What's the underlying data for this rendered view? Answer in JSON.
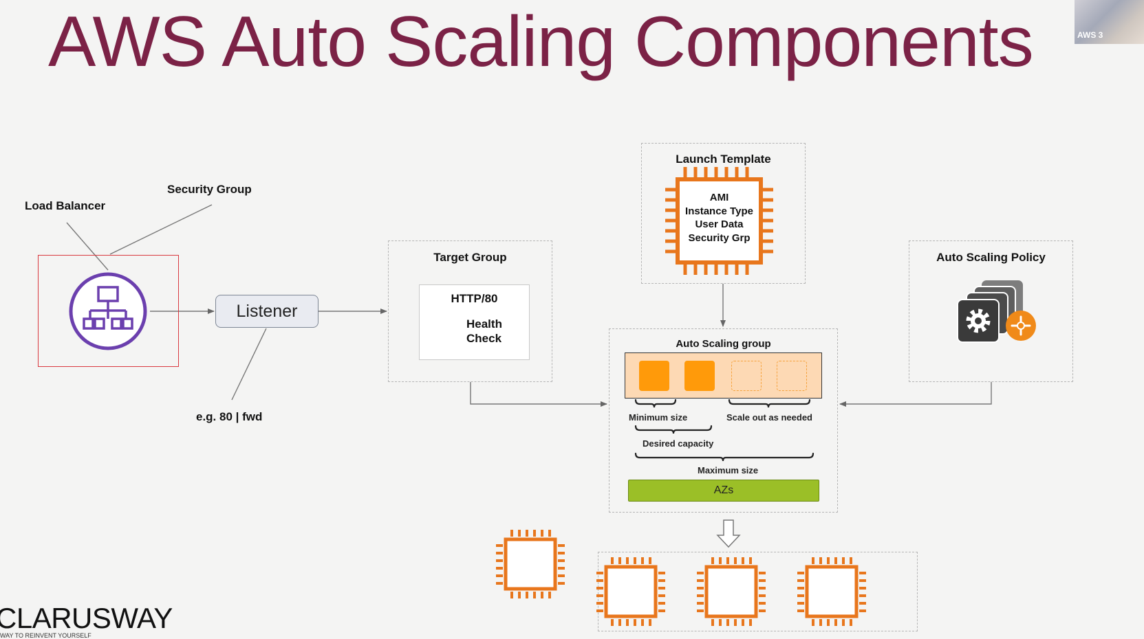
{
  "slide": {
    "title": "AWS Auto Scaling Components",
    "brand": "CLARUSWAY",
    "tagline": "WAY TO REINVENT YOURSELF",
    "camera_label": "AWS 3"
  },
  "left": {
    "load_balancer_label": "Load Balancer",
    "security_group_label": "Security Group",
    "listener_label": "Listener",
    "listener_note": "e.g. 80 | fwd"
  },
  "target_group": {
    "title": "Target Group",
    "protocol": "HTTP/80",
    "health_check": "Health Check"
  },
  "launch_template": {
    "title": "Launch Template",
    "items": [
      "AMI",
      "Instance Type",
      "User Data",
      "Security Grp"
    ]
  },
  "asg": {
    "title": "Auto Scaling group",
    "minimum_size": "Minimum size",
    "scale_out": "Scale out as needed",
    "desired_capacity": "Desired capacity",
    "maximum_size": "Maximum size",
    "azs": "AZs"
  },
  "policy": {
    "title": "Auto Scaling Policy"
  },
  "colors": {
    "title": "#7b2246",
    "orange": "#e8761c",
    "instance_fill": "#ff9a0a",
    "azs": "#9bbf27",
    "lb_purple": "#6b3fae",
    "lb_border": "#d9383f"
  }
}
